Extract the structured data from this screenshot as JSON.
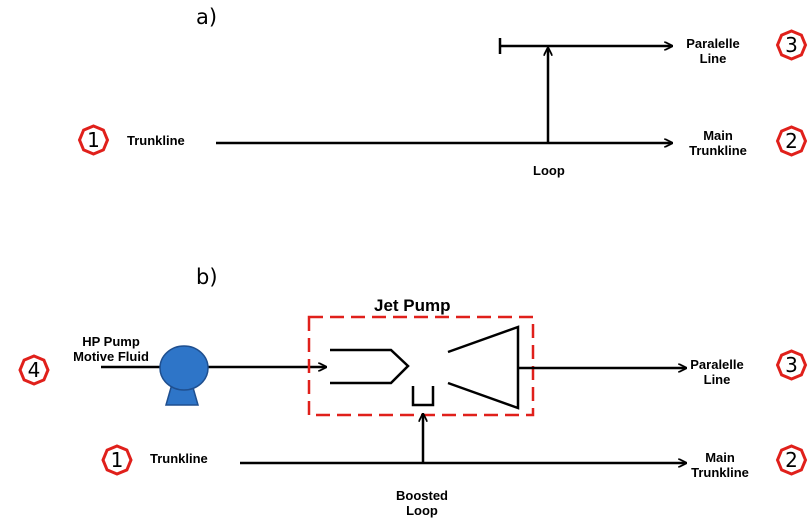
{
  "panel_a": {
    "label": "a)",
    "labels": {
      "trunkline": "Trunkline",
      "loop": "Loop",
      "parallel_line": [
        "Paralelle",
        "Line"
      ],
      "main_trunkline": [
        "Main",
        "Trunkline"
      ]
    },
    "badges": [
      "1",
      "2",
      "3"
    ]
  },
  "panel_b": {
    "label": "b)",
    "jet_pump_title": "Jet Pump",
    "labels": {
      "hp_pump": [
        "HP Pump",
        "Motive Fluid"
      ],
      "trunkline": "Trunkline",
      "boosted_loop": [
        "Boosted",
        "Loop"
      ],
      "parallel_line": [
        "Paralelle",
        "Line"
      ],
      "main_trunkline": [
        "Main",
        "Trunkline"
      ]
    },
    "badges": [
      "4",
      "1",
      "3",
      "2"
    ]
  },
  "colors": {
    "line": "#000000",
    "badge_border": "#e0201b",
    "pump_fill": "#2e75c8",
    "dashed_box": "#e0201b"
  }
}
